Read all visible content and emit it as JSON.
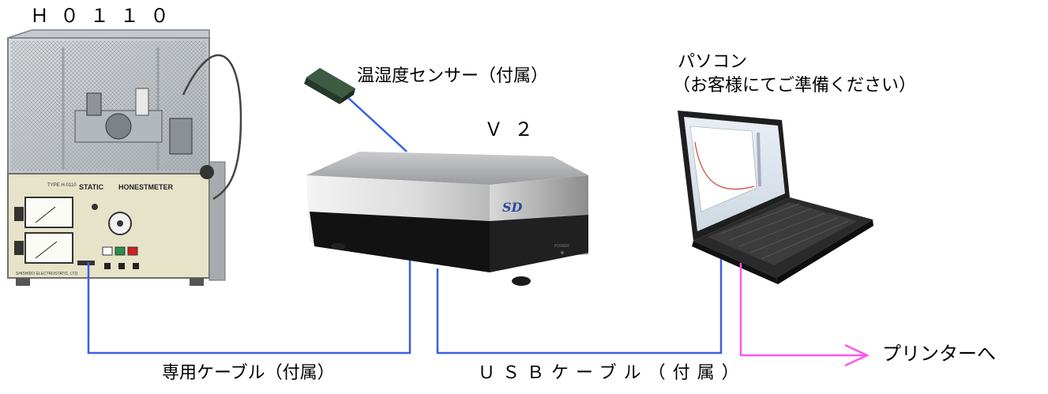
{
  "devices": {
    "h0110": {
      "label": "Ｈ０１１０",
      "panel_type": "TYPE H-0110",
      "panel_static": "STATIC",
      "panel_name": "HONESTMETER",
      "panel_maker": "SHISHIDO ELECTROSTATIC, LTD."
    },
    "v2": {
      "label": "Ｖ２",
      "logo": "SD",
      "power": "POWER"
    },
    "sensor": {
      "label": "温湿度センサー（付属）"
    },
    "pc": {
      "label_line1": "パソコン",
      "label_line2": "（お客様にてご準備ください）"
    }
  },
  "cables": {
    "dedicated": "専用ケーブル（付属）",
    "usb": "ＵＳＢケーブル（付属）",
    "printer": "プリンターへ"
  },
  "colors": {
    "cable": "#3b5fe8",
    "printer_line": "#ff55ee"
  }
}
